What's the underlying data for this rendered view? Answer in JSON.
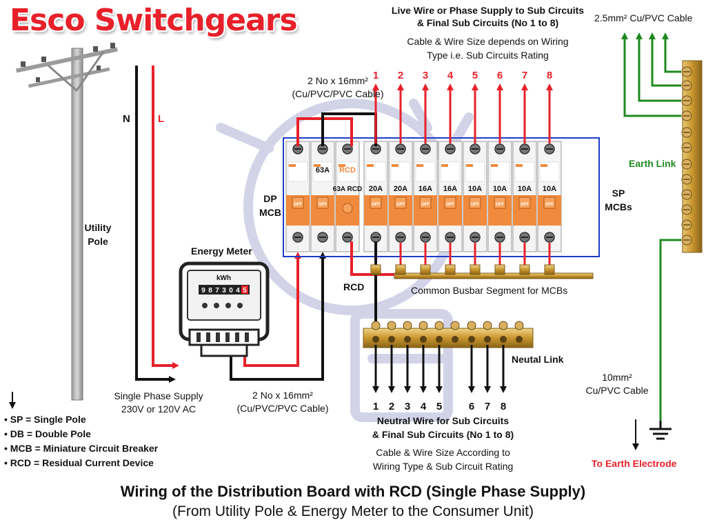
{
  "brand": "Esco Switchgears",
  "title_line1": "Wiring of the Distribution Board with RCD (Single Phase Supply)",
  "title_line2": "(From Utility Pole & Energy Meter to the Consumer Unit)",
  "top_label_line1": "Live Wire or Phase Supply to Sub Circuits",
  "top_label_line2": "& Final Sub Circuits (No 1 to 8)",
  "top_note_line1": "Cable & Wire Size depends on Wiring",
  "top_note_line2": "Type i.e. Sub Circuits Rating",
  "earth_cable_top": "2.5mm² Cu/PVC Cable",
  "cable_top_line1": "2 No x 16mm²",
  "cable_top_line2": "(Cu/PVC/PVC Cable)",
  "pole_label_line1": "Utility",
  "pole_label_line2": "Pole",
  "neutral_letter": "N",
  "live_letter": "L",
  "dp_mcb_line1": "DP",
  "dp_mcb_line2": "MCB",
  "sp_mcbs_line1": "SP",
  "sp_mcbs_line2": "MCBs",
  "earth_link": "Earth Link",
  "energy_meter": "Energy Meter",
  "meter_unit": "kWh",
  "meter_digits": [
    "9",
    "8",
    "7",
    "3",
    "0",
    "4",
    "5"
  ],
  "rcd_label": "RCD",
  "busbar_label": "Common Busbar Segment for MCBs",
  "neutral_link": "Neutal Link",
  "supply_line1": "Single Phase Supply",
  "supply_line2": "230V or 120V AC",
  "cable_bottom_line1": "2 No x 16mm²",
  "cable_bottom_line2": "(Cu/PVC/PVC Cable)",
  "earth_cable_line1": "10mm²",
  "earth_cable_line2": "Cu/PVC Cable",
  "earth_electrode": "To Earth Electrode",
  "neutral_wire_line1": "Neutral Wire for Sub Circuits",
  "neutral_wire_line2": "& Final Sub Circuits (No 1 to 8)",
  "neutral_note_line1": "Cable & Wire Size According to",
  "neutral_note_line2": "Wiring Type & Sub Circuit Rating",
  "legend": [
    "SP = Single Pole",
    "DB = Double Pole",
    "MCB = Miniature Circuit Breaker",
    "RCD = Residual Current Device"
  ],
  "breakers": [
    {
      "top": "",
      "bottom": "",
      "handle": "OFF"
    },
    {
      "top": "63A",
      "bottom": "",
      "handle": "OFF"
    },
    {
      "top": "RCD",
      "bottom": "63A RCD",
      "handle": ""
    },
    {
      "top": "",
      "bottom": "20A",
      "handle": "OFF"
    },
    {
      "top": "",
      "bottom": "20A",
      "handle": "OFF"
    },
    {
      "top": "",
      "bottom": "16A",
      "handle": "OFF"
    },
    {
      "top": "",
      "bottom": "16A",
      "handle": "OFF"
    },
    {
      "top": "",
      "bottom": "10A",
      "handle": "OFF"
    },
    {
      "top": "",
      "bottom": "10A",
      "handle": "OFF"
    },
    {
      "top": "",
      "bottom": "10A",
      "handle": "OFF"
    },
    {
      "top": "",
      "bottom": "10A",
      "handle": "OFF"
    }
  ],
  "circuit_numbers": [
    "1",
    "2",
    "3",
    "4",
    "5",
    "6",
    "7",
    "8"
  ],
  "neutral_numbers": [
    "1",
    "2",
    "3",
    "4",
    "5",
    "6",
    "7",
    "8"
  ],
  "colors": {
    "live": "#e8202a",
    "neutral": "#111111",
    "earth": "#1e8a1e",
    "breaker_orange": "#f08a3c",
    "panel_border": "#1a3cc8",
    "brass": "#c8962e"
  }
}
